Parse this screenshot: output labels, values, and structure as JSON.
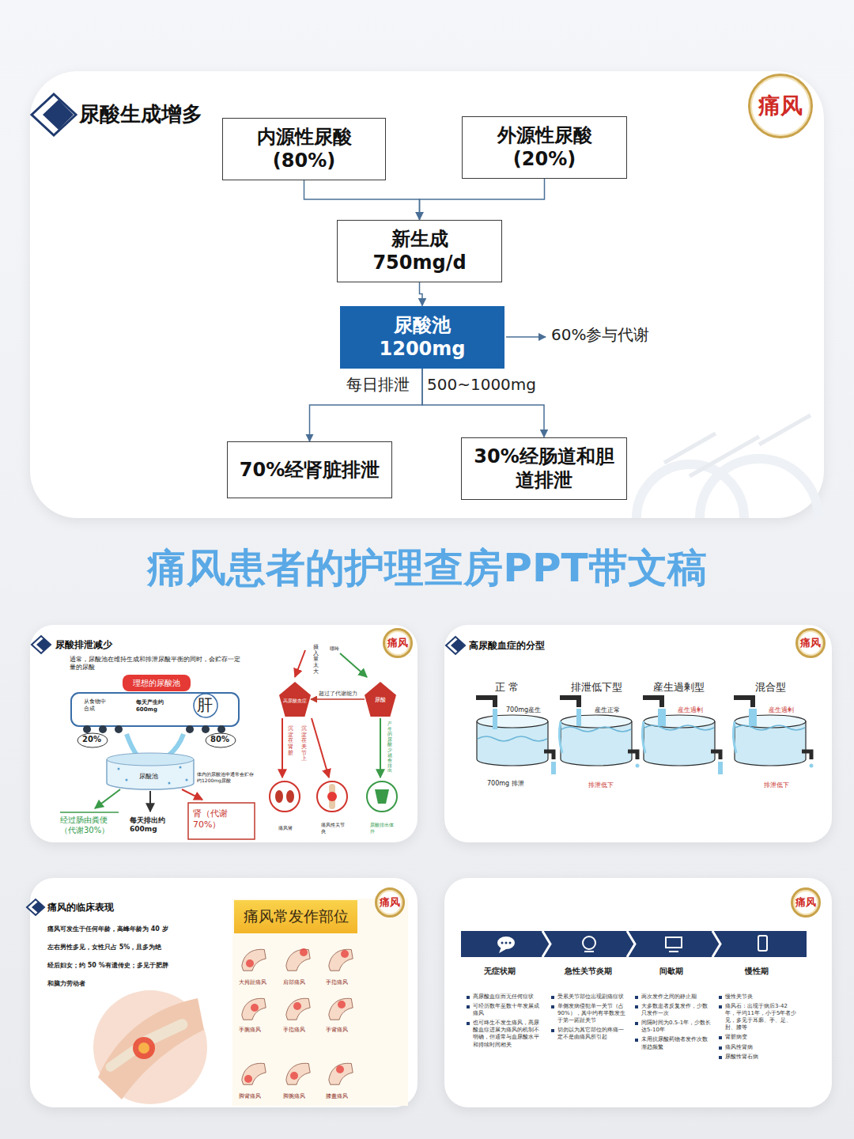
{
  "diagram": {
    "title": "痛风患者的护理查房PPT带文稿",
    "nodes": [
      {
        "text": [
          "尿酸生成增多"
        ]
      },
      {
        "text": [
          "痛风"
        ],
        "in": 0
      },
      {
        "text": [
          "内源性尿酸 (80%)"
        ],
        "in": 0
      },
      {
        "text": [
          "外源性尿酸 (20%)"
        ],
        "in": 0
      },
      {
        "text": [
          "新生成 750mg/d"
        ],
        "in": 0
      },
      {
        "text": [
          "尿酸池 1200mg"
        ],
        "in": 0
      },
      {
        "text": [
          "70%经肾脏排泄"
        ],
        "in": 0
      },
      {
        "text": [
          "30%经肠道和胆道排泄"
        ],
        "in": 0
      },
      {
        "text": [
          "尿酸排泄减少"
        ]
      },
      {
        "text": [
          "痛风"
        ],
        "in": 8
      },
      {
        "text": [
          "理想的尿酸池"
        ],
        "in": 8
      },
      {
        "text": [
          "高尿酸血症"
        ],
        "in": 8
      },
      {
        "text": [
          "尿酸"
        ],
        "in": 8
      },
      {
        "text": [
          "高尿酸血症的分型"
        ]
      },
      {
        "text": [
          "痛风"
        ],
        "in": 13
      },
      {
        "text": [
          "痛风的临床表现"
        ]
      },
      {
        "text": [
          "痛风"
        ],
        "in": 15
      },
      {
        "text": [
          "痛风常发作部位"
        ],
        "in": 15
      },
      {
        "text": [
          "痛风"
        ]
      }
    ],
    "edges": [
      {
        "from": 2,
        "to": 4,
        "arrow": "to"
      },
      {
        "from": 3,
        "to": 4,
        "arrow": "to"
      },
      {
        "from": 4,
        "to": 5,
        "arrow": "to"
      },
      {
        "from": 5,
        "to": 6,
        "arrow": "to"
      },
      {
        "from": 5,
        "to": 7,
        "arrow": "to"
      },
      {
        "from": 12,
        "to": 11,
        "label": "超过了代谢能力",
        "arrow": "to"
      }
    ],
    "labels": [
      "60%参与代谢",
      "每日排泄",
      "500~1000mg",
      "通常，尿酸池在维持生成和排泄尿酸平衡的同时，会贮存一定量的尿酸",
      "从食物中合成",
      "每天产生约600mg",
      "肝",
      "20%",
      "80%",
      "尿酸池",
      "体内的尿酸池中通常会贮存约1200mg尿酸",
      "经过肠由粪便（代谢30%）",
      "每天排出约600mg",
      "肾（代谢70%）",
      "摄入量太大",
      "嘌呤",
      "沉淀在肾脏",
      "沉淀在关节上",
      "产生的尿酸少就会排出",
      "痛风肾",
      "痛风性关节炎",
      "尿酸排出体外",
      "正 常",
      "排泄低下型",
      "産生過剰型",
      "混合型",
      "700mg産生",
      "産生正常",
      "産生過剰",
      "産生過剰",
      "700mg 排泄",
      "排泄低下",
      "排泄低下",
      "痛风可发生于任何年龄，高峰年龄为 40 岁",
      "左右男性多见，女性只占 5%，且多为绝",
      "经后妇女；约 50 %有遗传史；多见于肥胖",
      "和脑力劳动者",
      "大拇趾痛风",
      "肩部痛风",
      "手指痛风",
      "手腕痛风",
      "手指痛风",
      "手背痛风",
      "脚背痛风",
      "脚腕痛风",
      "膝盖痛风",
      "无症状期",
      "急性关节炎期",
      "间歇期",
      "慢性期",
      "高尿酸血症而无任何症状",
      "可经历数年至数十年发展成痛风",
      "也可终生不发生痛风，高尿酸血症进展为痛风的机制不明确，但通常与血尿酸水平和持续时间相关",
      "受累关节部位出现剧痛症状",
      "单侧发病侵犯单一关节（占90%），其中约有半数发生于第一跖趾关节",
      "切勿以为其它部位的疼痛一定不是由痛风所引起",
      "两次发作之间的静止期",
      "大多数患者反复发作，少数只发作一次",
      "间隔时间为0.5-1年，少数长达5-10年",
      "未用抗尿酸药物者发作次数渐趋频繁",
      "慢性关节炎",
      "痛风石：出现于病后3-42年，平均11年，小于5年者少见，多见于耳廓、手、足、肘、膝等",
      "肾脏病变",
      "痛风性肾病",
      "尿酸性肾石病"
    ]
  }
}
